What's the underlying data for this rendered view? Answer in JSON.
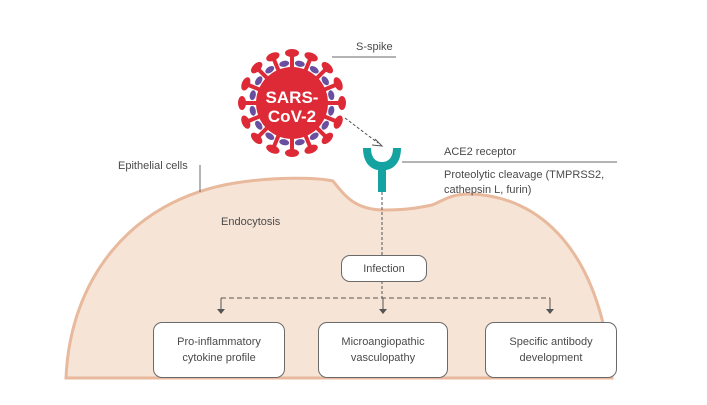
{
  "virus": {
    "name_line1": "SARS-",
    "name_line2": "CoV-2",
    "body_color": "#dd2a36",
    "protein_color": "#6a4fa0"
  },
  "labels": {
    "spike": "S-spike",
    "receptor": "ACE2 receptor",
    "cleavage_line1": "Proteolytic cleavage (TMPRSS2,",
    "cleavage_line2": "cathepsin L, furin)",
    "epithelial": "Epithelial cells",
    "endocytosis": "Endocytosis"
  },
  "receptor": {
    "color": "#14a3a0"
  },
  "cell": {
    "fill": "#f6e4d6",
    "stroke": "#e8b99c"
  },
  "flow": {
    "root": "Infection",
    "outcomes": [
      {
        "line1": "Pro-inflammatory",
        "line2": "cytokine profile"
      },
      {
        "line1": "Microangiopathic",
        "line2": "vasculopathy"
      },
      {
        "line1": "Specific antibody",
        "line2": "development"
      }
    ]
  }
}
